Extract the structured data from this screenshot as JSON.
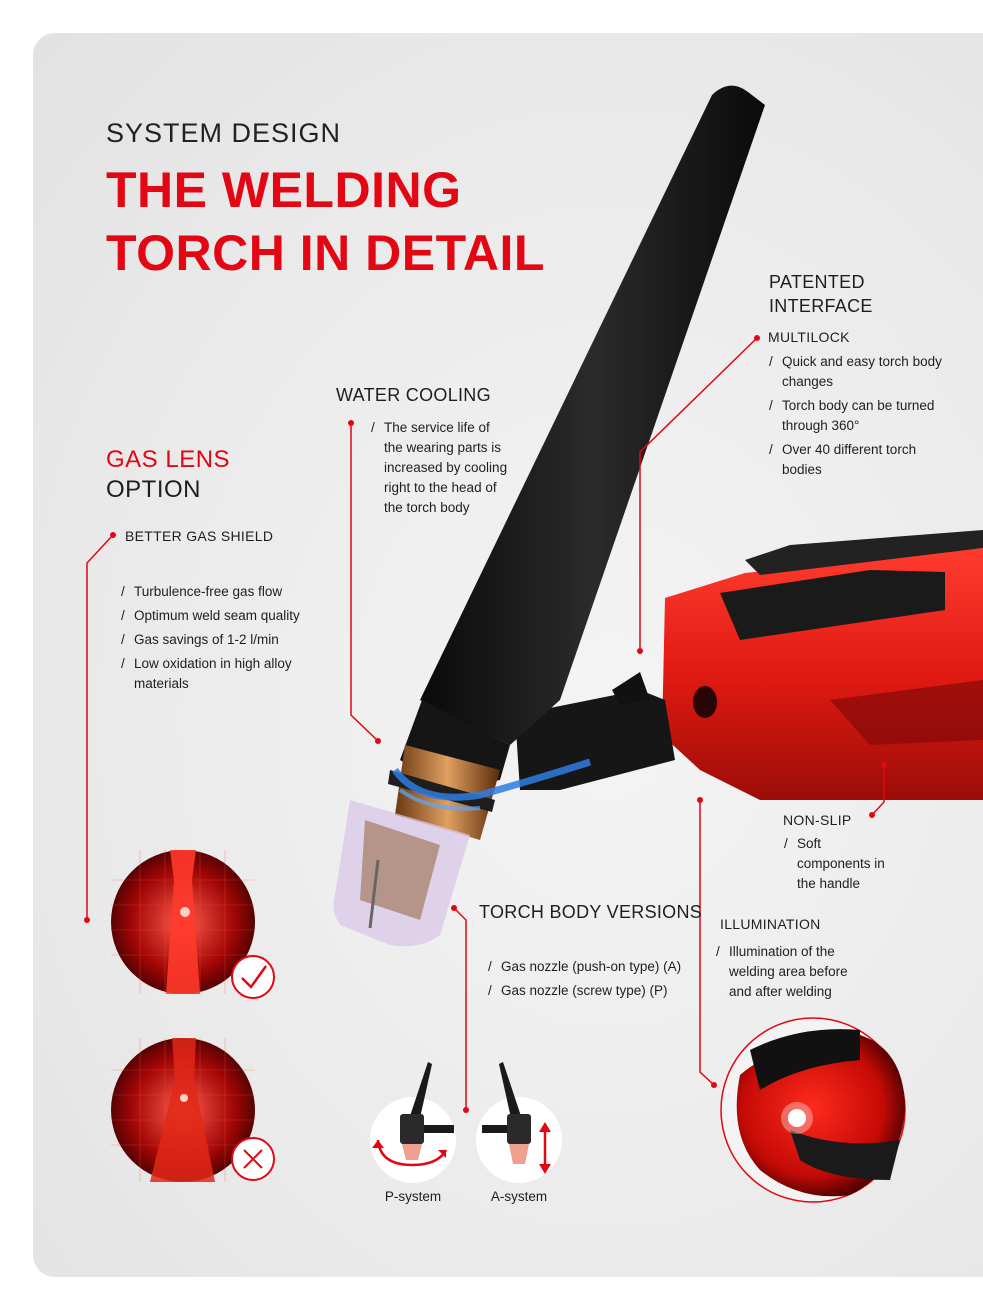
{
  "header": {
    "eyebrow": "SYSTEM DESIGN",
    "title_line1": "THE WELDING",
    "title_line2": "TORCH IN DETAIL"
  },
  "patented_interface": {
    "heading_line1": "PATENTED",
    "heading_line2": "INTERFACE",
    "subheading": "MULTILOCK",
    "bullets": [
      "Quick and easy torch body changes",
      "Torch body can be turned through 360°",
      "Over 40 different torch bodies"
    ]
  },
  "water_cooling": {
    "heading": "WATER COOLING",
    "bullet": "The service life of the wearing parts is increased by cooling right to the head of the torch body"
  },
  "gas_lens": {
    "heading_red": "GAS LENS",
    "heading_black": "OPTION",
    "subheading": "BETTER GAS SHIELD",
    "bullets": [
      "Turbulence-free gas flow",
      "Optimum weld seam quality",
      "Gas savings of 1-2 l/min",
      "Low oxidation in high alloy materials"
    ]
  },
  "non_slip": {
    "heading": "NON-SLIP",
    "bullet": "Soft components in the handle"
  },
  "torch_body_versions": {
    "heading": "TORCH BODY VERSIONS",
    "bullets": [
      "Gas nozzle (push-on type) (A)",
      "Gas nozzle (screw type) (P)"
    ],
    "systems": [
      "P-system",
      "A-system"
    ]
  },
  "illumination": {
    "heading": "ILLUMINATION",
    "bullet": "Illumination of the welding area before and after welding"
  },
  "colors": {
    "accent_red": "#e30613",
    "text": "#1e1e1e",
    "background": "#ebebeb"
  }
}
